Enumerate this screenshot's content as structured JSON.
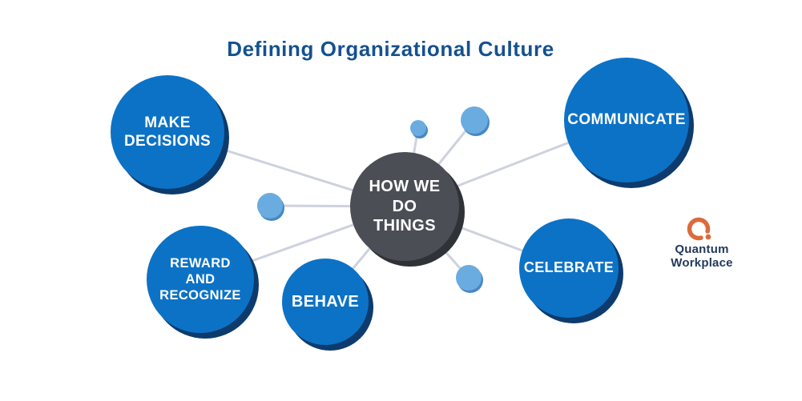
{
  "title": "Defining Organizational Culture",
  "hub": {
    "label": "HOW WE DO THINGS"
  },
  "nodes": [
    {
      "id": "make-decisions",
      "label": "MAKE DECISIONS"
    },
    {
      "id": "communicate",
      "label": "COMMUNICATE"
    },
    {
      "id": "reward-and-recognize",
      "label": "REWARD AND RECOGNIZE"
    },
    {
      "id": "behave",
      "label": "BEHAVE"
    },
    {
      "id": "celebrate",
      "label": "CELEBRATE"
    }
  ],
  "logo": {
    "line1": "Quantum",
    "line2": "Workplace"
  },
  "colors": {
    "bg": "#ffffff",
    "title": "#14518F",
    "blue": "#0C72C6",
    "blue-shadow": "#0D3B6D",
    "hub": "#4B4F55",
    "hub-shadow": "#2F3236",
    "dot": "#6AACE0",
    "dot-shadow": "#4887C2",
    "line": "#CED2DE",
    "logo-orange": "#DB6B3C",
    "logo-navy": "#233A5C"
  }
}
